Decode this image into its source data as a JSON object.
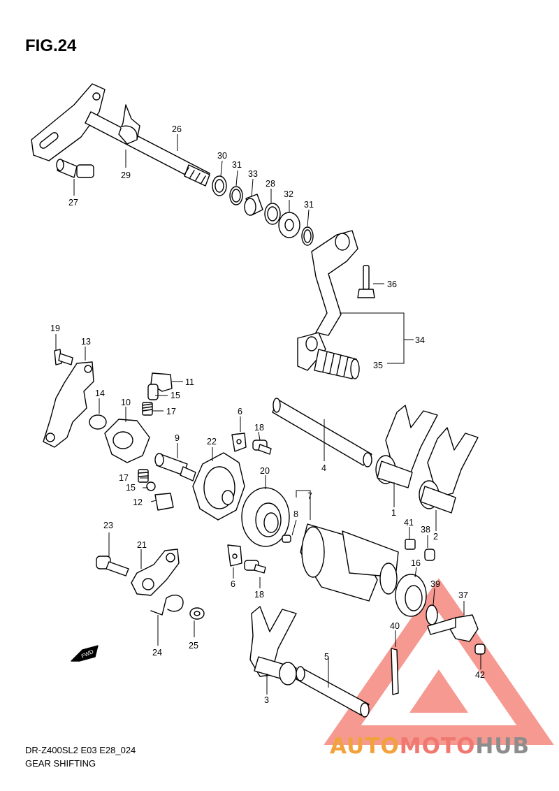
{
  "figure_title": "FIG.24",
  "footer": {
    "model_code": "DR-Z400SL2 E03 E28_024",
    "section_name": "GEAR SHIFTING"
  },
  "watermark": {
    "part_a": "AUTO",
    "part_b": "MOTO",
    "part_c": "HUB",
    "color_a": "#f2a23c",
    "color_b": "#f07870",
    "color_c": "#8d8d8d"
  },
  "forward_arrow_label": "FWD",
  "part_numbers": [
    "26",
    "29",
    "27",
    "30",
    "31",
    "33",
    "28",
    "32",
    "31",
    "36",
    "34",
    "35",
    "19",
    "13",
    "11",
    "15",
    "17",
    "14",
    "10",
    "6",
    "18",
    "9",
    "22",
    "4",
    "17",
    "15",
    "12",
    "20",
    "7",
    "8",
    "1",
    "2",
    "41",
    "38",
    "16",
    "23",
    "21",
    "6",
    "18",
    "39",
    "37",
    "24",
    "25",
    "40",
    "5",
    "42",
    "3"
  ]
}
